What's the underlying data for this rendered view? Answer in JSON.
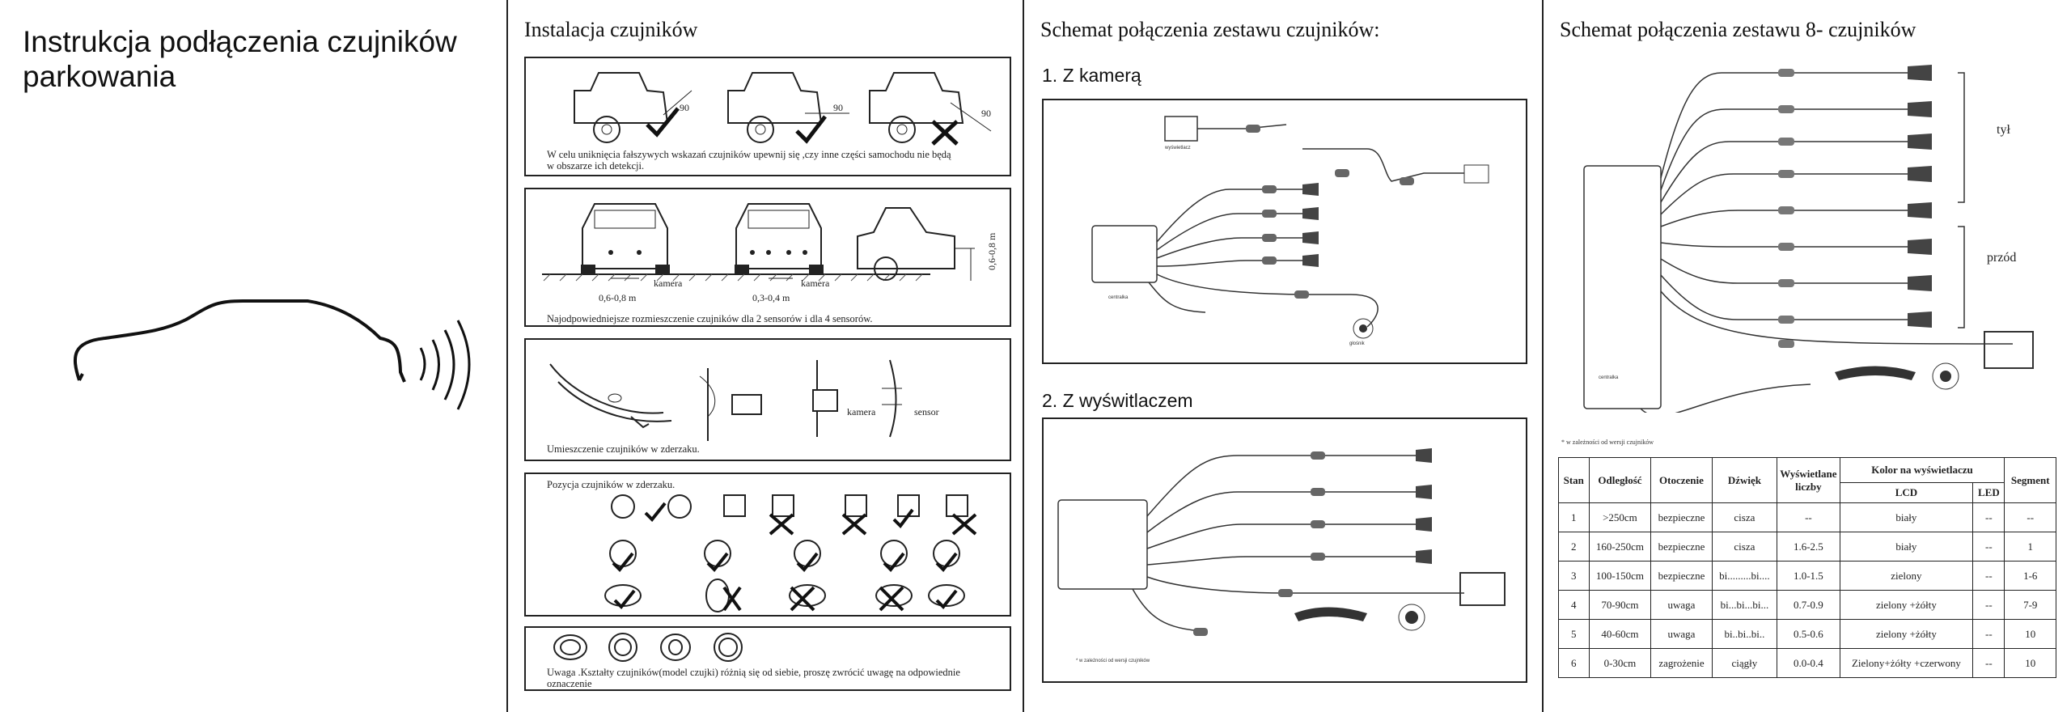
{
  "panel1": {
    "title": "Instrukcja podłączenia czujników parkowania"
  },
  "panel2": {
    "title": "Instalacja czujników",
    "box1": {
      "caption": "W celu uniknięcia fałszywych wskazań czujników upewnij się ,czy inne części samochodu nie będą w obszarze ich detekcji.",
      "angle": "90"
    },
    "box2": {
      "caption": "Najodpowiedniejsze rozmieszczenie czujników dla 2 sensorów i dla 4 sensorów.",
      "dist1": "0,6-0,8 m",
      "dist2": "0,3-0,4 m",
      "height": "0,6-0,8 m",
      "camera": "kamera"
    },
    "box3": {
      "caption": "Umieszczenie czujników w zderzaku.",
      "camera": "kamera",
      "sensor": "sensor"
    },
    "box4": {
      "caption": "Pozycja czujników w zderzaku."
    },
    "box5": {
      "caption": "Uwaga .Kształty czujników(model czujki) różnią się od siebie, proszę zwrócić uwagę na odpowiednie oznaczenie"
    }
  },
  "panel3": {
    "title": "Schemat połączenia zestawu czujników:",
    "sub1": "1. Z kamerą",
    "sub2": "2. Z wyświtlaczem",
    "footnote": "* w zależności od wersji czujników"
  },
  "panel4": {
    "title": "Schemat połączenia zestawu 8- czujników",
    "label_rear": "tył",
    "label_front": "przód",
    "footnote": "* w zależności od wersji czujników",
    "table": {
      "headers": {
        "stan": "Stan",
        "odleglosc": "Odległość",
        "otoczenie": "Otoczenie",
        "dzwiek": "Dźwięk",
        "liczby": "Wyświetlane liczby",
        "kolor": "Kolor na wyświetlaczu",
        "lcd": "LCD",
        "led": "LED",
        "segment": "Segment"
      },
      "rows": [
        {
          "stan": "1",
          "odl": ">250cm",
          "otocz": "bezpieczne",
          "dzwiek": "cisza",
          "liczby": "--",
          "lcd": "biały",
          "led": "--",
          "seg": "--"
        },
        {
          "stan": "2",
          "odl": "160-250cm",
          "otocz": "bezpieczne",
          "dzwiek": "cisza",
          "liczby": "1.6-2.5",
          "lcd": "biały",
          "led": "--",
          "seg": "1"
        },
        {
          "stan": "3",
          "odl": "100-150cm",
          "otocz": "bezpieczne",
          "dzwiek": "bi.........bi....",
          "liczby": "1.0-1.5",
          "lcd": "zielony",
          "led": "--",
          "seg": "1-6"
        },
        {
          "stan": "4",
          "odl": "70-90cm",
          "otocz": "uwaga",
          "dzwiek": "bi...bi...bi...",
          "liczby": "0.7-0.9",
          "lcd": "zielony +żółty",
          "led": "--",
          "seg": "7-9"
        },
        {
          "stan": "5",
          "odl": "40-60cm",
          "otocz": "uwaga",
          "dzwiek": "bi..bi..bi..",
          "liczby": "0.5-0.6",
          "lcd": "zielony +żółty",
          "led": "--",
          "seg": "10"
        },
        {
          "stan": "6",
          "odl": "0-30cm",
          "otocz": "zagrożenie",
          "dzwiek": "ciągły",
          "liczby": "0.0-0.4",
          "lcd": "Zielony+żółty +czerwony",
          "led": "--",
          "seg": "10"
        }
      ]
    }
  }
}
